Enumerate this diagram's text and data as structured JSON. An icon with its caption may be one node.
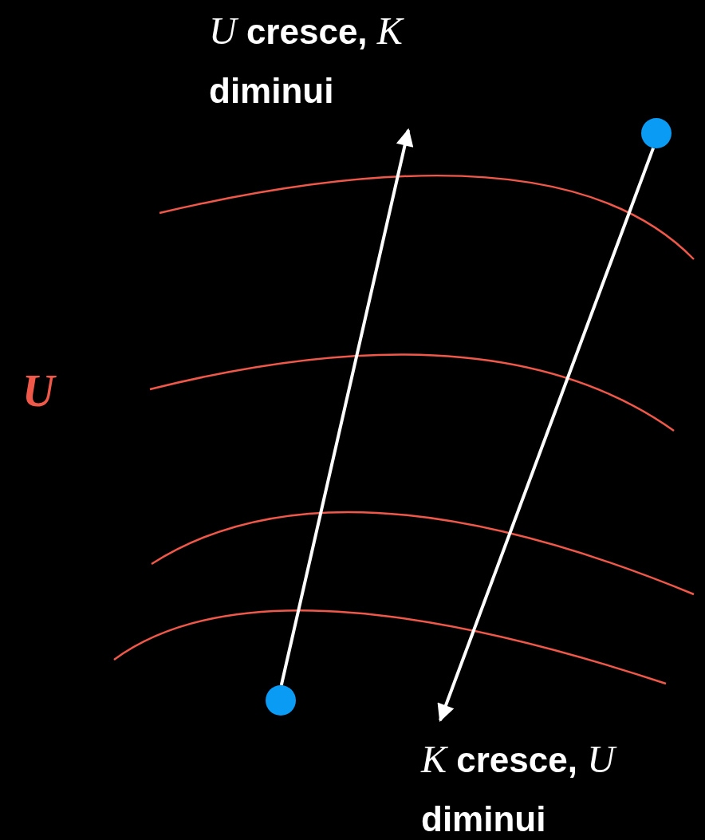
{
  "diagram": {
    "nodes": [
      {
        "text": [
          "*U* cresce, *K* diminui"
        ]
      },
      {
        "text": [],
        "shape": "circle"
      },
      {
        "text": [],
        "shape": "circle"
      },
      {
        "text": [
          "*K* cresce, *U* diminui"
        ]
      }
    ],
    "edges": [
      {
        "from": 1,
        "to": 0,
        "arrow": "to"
      },
      {
        "from": 2,
        "to": 3,
        "arrow": "to"
      }
    ],
    "labels": [
      "U"
    ]
  }
}
